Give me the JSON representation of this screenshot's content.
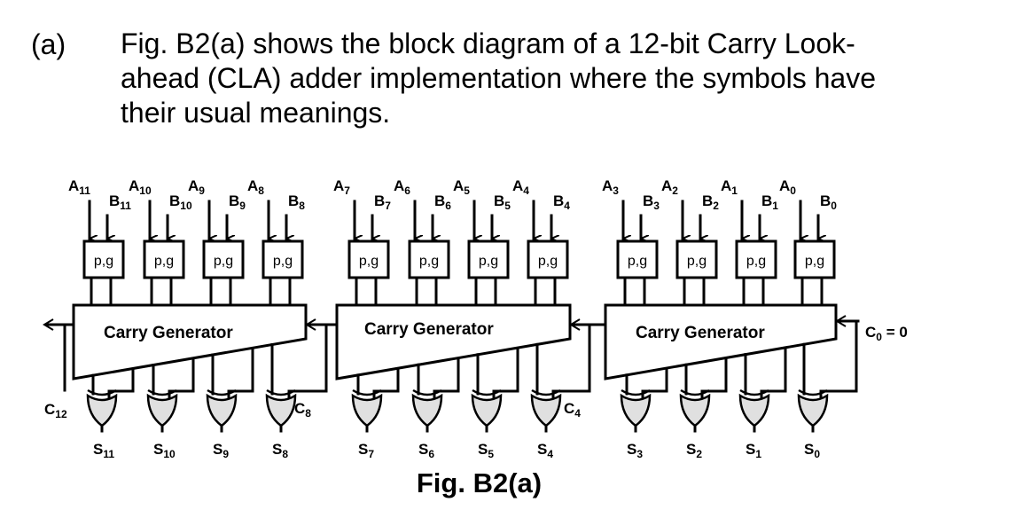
{
  "question": {
    "label": "(a)",
    "lines": [
      "Fig. B2(a) shows the block diagram of a 12-bit Carry Look-",
      "ahead (CLA) adder implementation where the symbols have",
      "their usual meanings."
    ]
  },
  "diagram": {
    "bits": [
      {
        "a": "A",
        "a_sub": "11",
        "b": "B",
        "b_sub": "11",
        "s": "S",
        "s_sub": "11"
      },
      {
        "a": "A",
        "a_sub": "10",
        "b": "B",
        "b_sub": "10",
        "s": "S",
        "s_sub": "10"
      },
      {
        "a": "A",
        "a_sub": "9",
        "b": "B",
        "b_sub": "9",
        "s": "S",
        "s_sub": "9"
      },
      {
        "a": "A",
        "a_sub": "8",
        "b": "B",
        "b_sub": "8",
        "s": "S",
        "s_sub": "8"
      },
      {
        "a": "A",
        "a_sub": "7",
        "b": "B",
        "b_sub": "7",
        "s": "S",
        "s_sub": "7"
      },
      {
        "a": "A",
        "a_sub": "6",
        "b": "B",
        "b_sub": "6",
        "s": "S",
        "s_sub": "6"
      },
      {
        "a": "A",
        "a_sub": "5",
        "b": "B",
        "b_sub": "5",
        "s": "S",
        "s_sub": "5"
      },
      {
        "a": "A",
        "a_sub": "4",
        "b": "B",
        "b_sub": "4",
        "s": "S",
        "s_sub": "4"
      },
      {
        "a": "A",
        "a_sub": "3",
        "b": "B",
        "b_sub": "3",
        "s": "S",
        "s_sub": "3"
      },
      {
        "a": "A",
        "a_sub": "2",
        "b": "B",
        "b_sub": "2",
        "s": "S",
        "s_sub": "2"
      },
      {
        "a": "A",
        "a_sub": "1",
        "b": "B",
        "b_sub": "1",
        "s": "S",
        "s_sub": "1"
      },
      {
        "a": "A",
        "a_sub": "0",
        "b": "B",
        "b_sub": "0",
        "s": "S",
        "s_sub": "0"
      }
    ],
    "pg_label": "p,g",
    "carry_generator_label": "Carry Generator",
    "carries": [
      {
        "name": "C",
        "sub": "12"
      },
      {
        "name": "C",
        "sub": "8"
      },
      {
        "name": "C",
        "sub": "4"
      }
    ],
    "c0": {
      "name": "C",
      "sub": "0",
      "value": " = 0"
    }
  },
  "caption": "Fig. B2(a)"
}
